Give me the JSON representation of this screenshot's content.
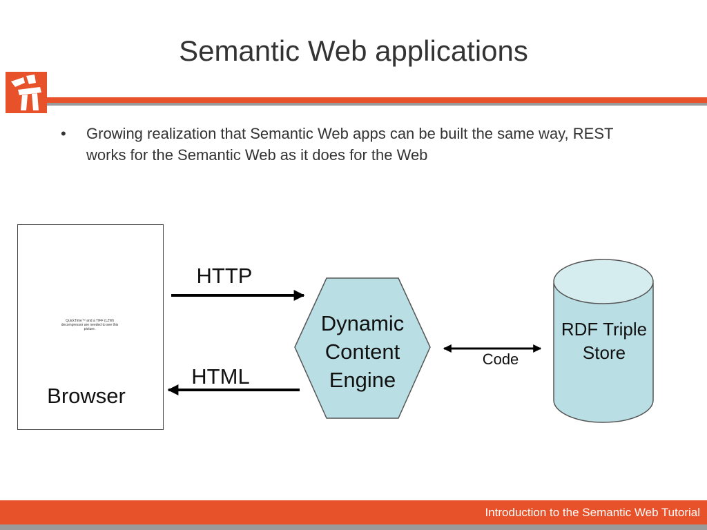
{
  "slide": {
    "title": "Semantic Web applications",
    "bullet_marker": "•",
    "bullet_text": "Growing realization that Semantic Web apps can be built the same way, REST works for the Semantic Web as it does for the Web"
  },
  "diagram": {
    "browser": {
      "label": "Browser",
      "placeholder_note": "QuickTime™ and a TIFF (LZW) decompressor are needed to see this picture."
    },
    "http_label": "HTTP",
    "html_label": "HTML",
    "engine_label": "Dynamic Content Engine",
    "code_label": "Code",
    "store_label": "RDF Triple Store",
    "colors": {
      "shape_fill": "#b9dee4",
      "store_top_fill": "#d6edf0",
      "stroke": "#555555",
      "arrow": "#000000"
    }
  },
  "footer": {
    "text": "Introduction to the Semantic Web Tutorial",
    "colors": {
      "bar": "#e8522a",
      "stripe": "#9a9a9a"
    }
  },
  "logo": {
    "icon": "orange-figure-logo-icon",
    "color": "#e8522a"
  }
}
